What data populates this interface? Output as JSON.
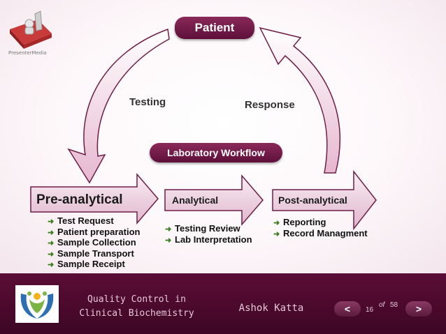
{
  "header": {
    "patient_label": "Patient",
    "workflow_label": "Laboratory Workflow",
    "testing_label": "Testing",
    "response_label": "Response"
  },
  "stages": [
    {
      "title": "Pre-analytical",
      "items": [
        "Test Request",
        "Patient preparation",
        "Sample Collection",
        "Sample Transport",
        "Sample Receipt"
      ]
    },
    {
      "title": "Analytical",
      "items": [
        "Testing Review",
        "Lab Interpretation"
      ]
    },
    {
      "title": "Post-analytical",
      "items": [
        "Reporting",
        "Record Managment"
      ]
    }
  ],
  "logo": {
    "text": "PresenterMedia"
  },
  "footer": {
    "title_line1": "Quality Control in",
    "title_line2": "Clinical Biochemistry",
    "author": "Ashok Katta",
    "prev_label": "<",
    "next_label": ">",
    "page_current": "16",
    "page_of": "of",
    "page_total": "58"
  },
  "colors": {
    "accent": "#6e1d47",
    "bullet": "#3a7d1f",
    "footer_bg": "#4a0a2c"
  },
  "icons": [
    "presenter-logo-icon",
    "hands-logo-icon",
    "bullet-arrow-icon"
  ]
}
